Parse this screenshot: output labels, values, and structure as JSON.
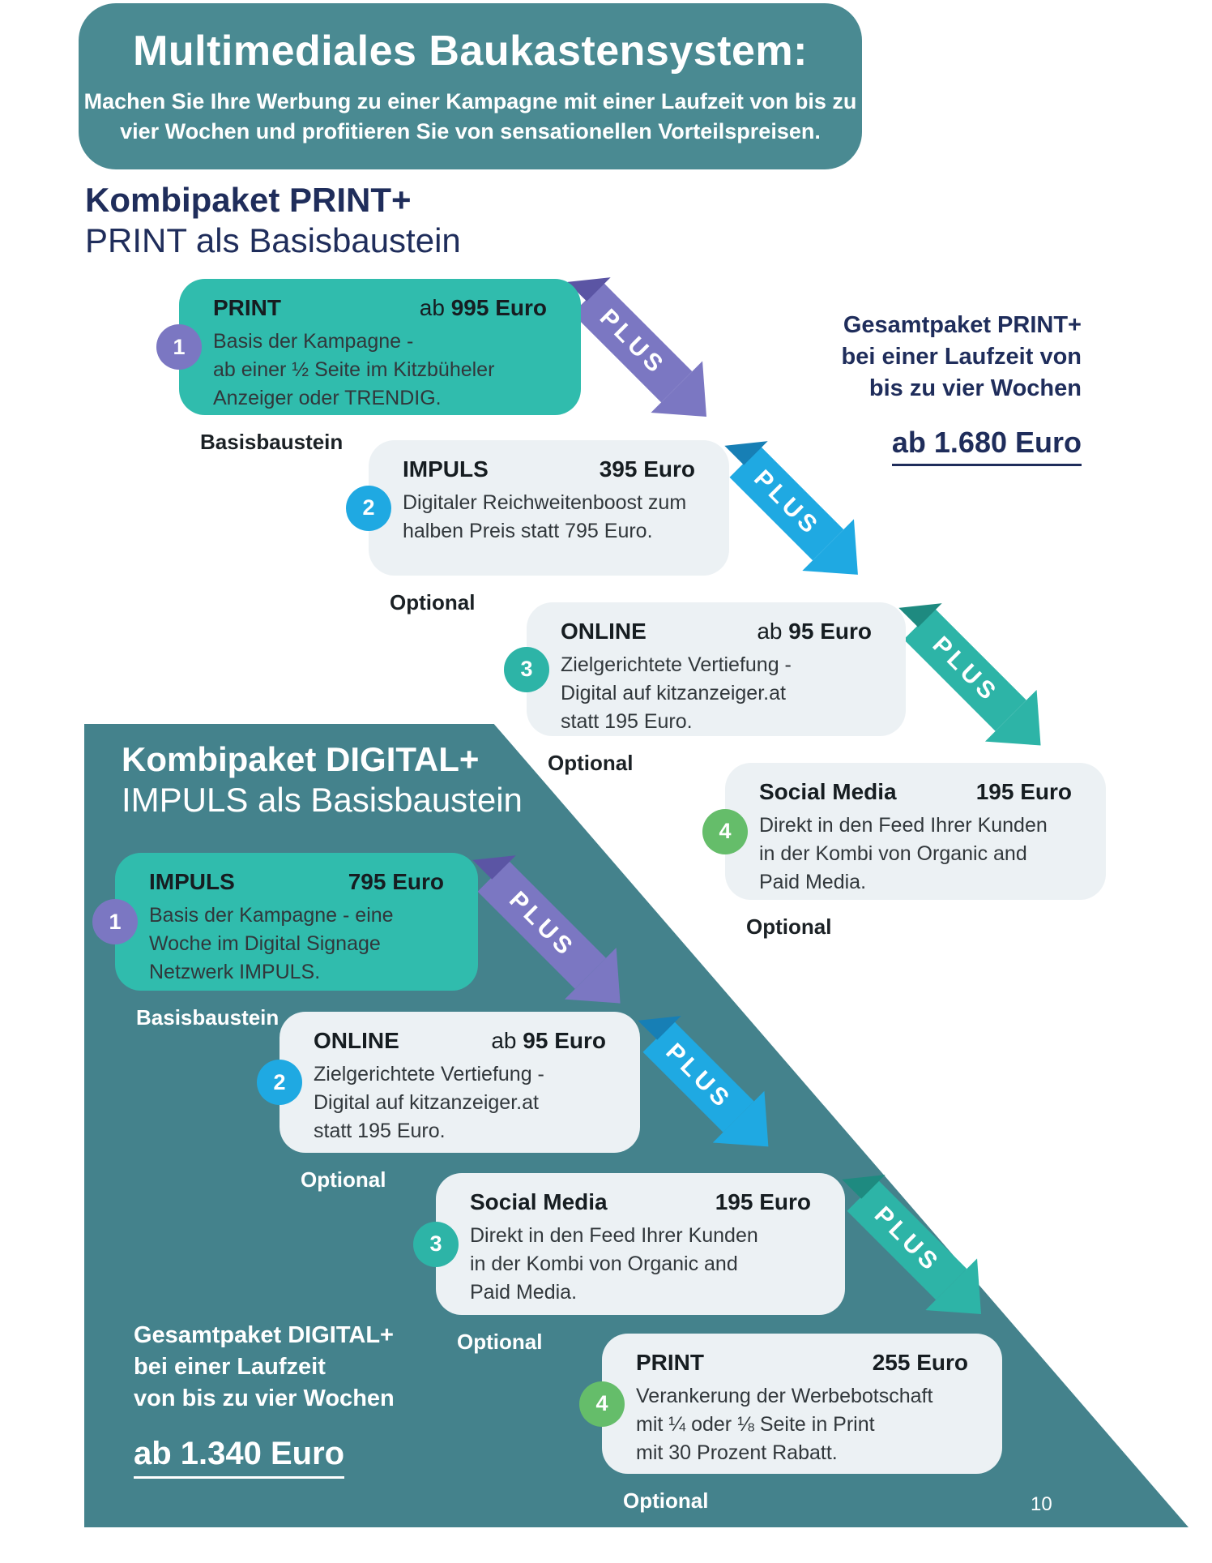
{
  "page": {
    "number": "10"
  },
  "labels": {
    "plus": "PLUS"
  },
  "colors": {
    "teal_header": "#4A8A92",
    "teal_bg": "#44828C",
    "card_turquoise": "#30BCAD",
    "card_gray": "#ECF1F4",
    "purple": "#7B77C2",
    "purple_dark": "#5B55A4",
    "blue": "#1FA9E2",
    "blue_dark": "#177FB5",
    "teal_arrow": "#2DB4A7",
    "teal_arrow_dark": "#1E8A80",
    "green": "#65BD6A",
    "navy": "#1F2D5B"
  },
  "header": {
    "title": "Multimediales Baukastensystem:",
    "subtitle_lines": [
      "Machen Sie Ihre Werbung zu einer Kampagne mit einer Laufzeit von bis zu",
      "vier Wochen und profitieren Sie von sensationellen Vorteilspreisen."
    ]
  },
  "sections": [
    {
      "heading": "Kombipaket PRINT+",
      "subheading": "PRINT als Basisbaustein",
      "summary": {
        "lines": [
          "Gesamtpaket PRINT+",
          "bei einer Laufzeit von",
          "bis zu vier Wochen"
        ],
        "price": "ab 1.680 Euro"
      },
      "cards": [
        {
          "num": "1",
          "title": "PRINT",
          "price_prefix": "ab ",
          "price": "995 Euro",
          "body_lines": [
            "Basis der Kampagne -",
            "ab einer ½ Seite im Kitzbüheler",
            "Anzeiger oder TRENDIG."
          ],
          "tag": "Basisbaustein"
        },
        {
          "num": "2",
          "title": "IMPULS",
          "price_prefix": "",
          "price": "395 Euro",
          "body_lines": [
            "Digitaler Reichweitenboost zum",
            "halben Preis statt 795 Euro."
          ],
          "tag": "Optional"
        },
        {
          "num": "3",
          "title": "ONLINE",
          "price_prefix": "ab ",
          "price": "95 Euro",
          "body_lines": [
            "Zielgerichtete Vertiefung -",
            "Digital auf kitzanzeiger.at",
            "statt 195 Euro."
          ],
          "tag": "Optional"
        },
        {
          "num": "4",
          "title": "Social Media",
          "price_prefix": "",
          "price": "195 Euro",
          "body_lines": [
            "Direkt in den Feed Ihrer Kunden",
            "in der Kombi von Organic and",
            "Paid Media."
          ],
          "tag": "Optional"
        }
      ]
    },
    {
      "heading": "Kombipaket DIGITAL+",
      "subheading": "IMPULS als Basisbaustein",
      "summary": {
        "lines": [
          "Gesamtpaket DIGITAL+",
          "bei einer Laufzeit",
          "von bis zu vier Wochen"
        ],
        "price": "ab 1.340 Euro"
      },
      "cards": [
        {
          "num": "1",
          "title": "IMPULS",
          "price_prefix": "",
          "price": "795 Euro",
          "body_lines": [
            "Basis der Kampagne - eine",
            "Woche im Digital Signage",
            "Netzwerk IMPULS."
          ],
          "tag": "Basisbaustein"
        },
        {
          "num": "2",
          "title": "ONLINE",
          "price_prefix": "ab ",
          "price": "95 Euro",
          "body_lines": [
            "Zielgerichtete Vertiefung -",
            "Digital auf kitzanzeiger.at",
            "statt 195 Euro."
          ],
          "tag": "Optional"
        },
        {
          "num": "3",
          "title": "Social Media",
          "price_prefix": "",
          "price": "195 Euro",
          "body_lines": [
            "Direkt in den Feed Ihrer Kunden",
            "in der Kombi von Organic and",
            "Paid Media."
          ],
          "tag": "Optional"
        },
        {
          "num": "4",
          "title": "PRINT",
          "price_prefix": "",
          "price": "255 Euro",
          "body_lines": [
            "Verankerung der Werbebotschaft",
            "mit ¼ oder ⅛ Seite in Print",
            "mit 30 Prozent Rabatt."
          ],
          "tag": "Optional"
        }
      ]
    }
  ]
}
